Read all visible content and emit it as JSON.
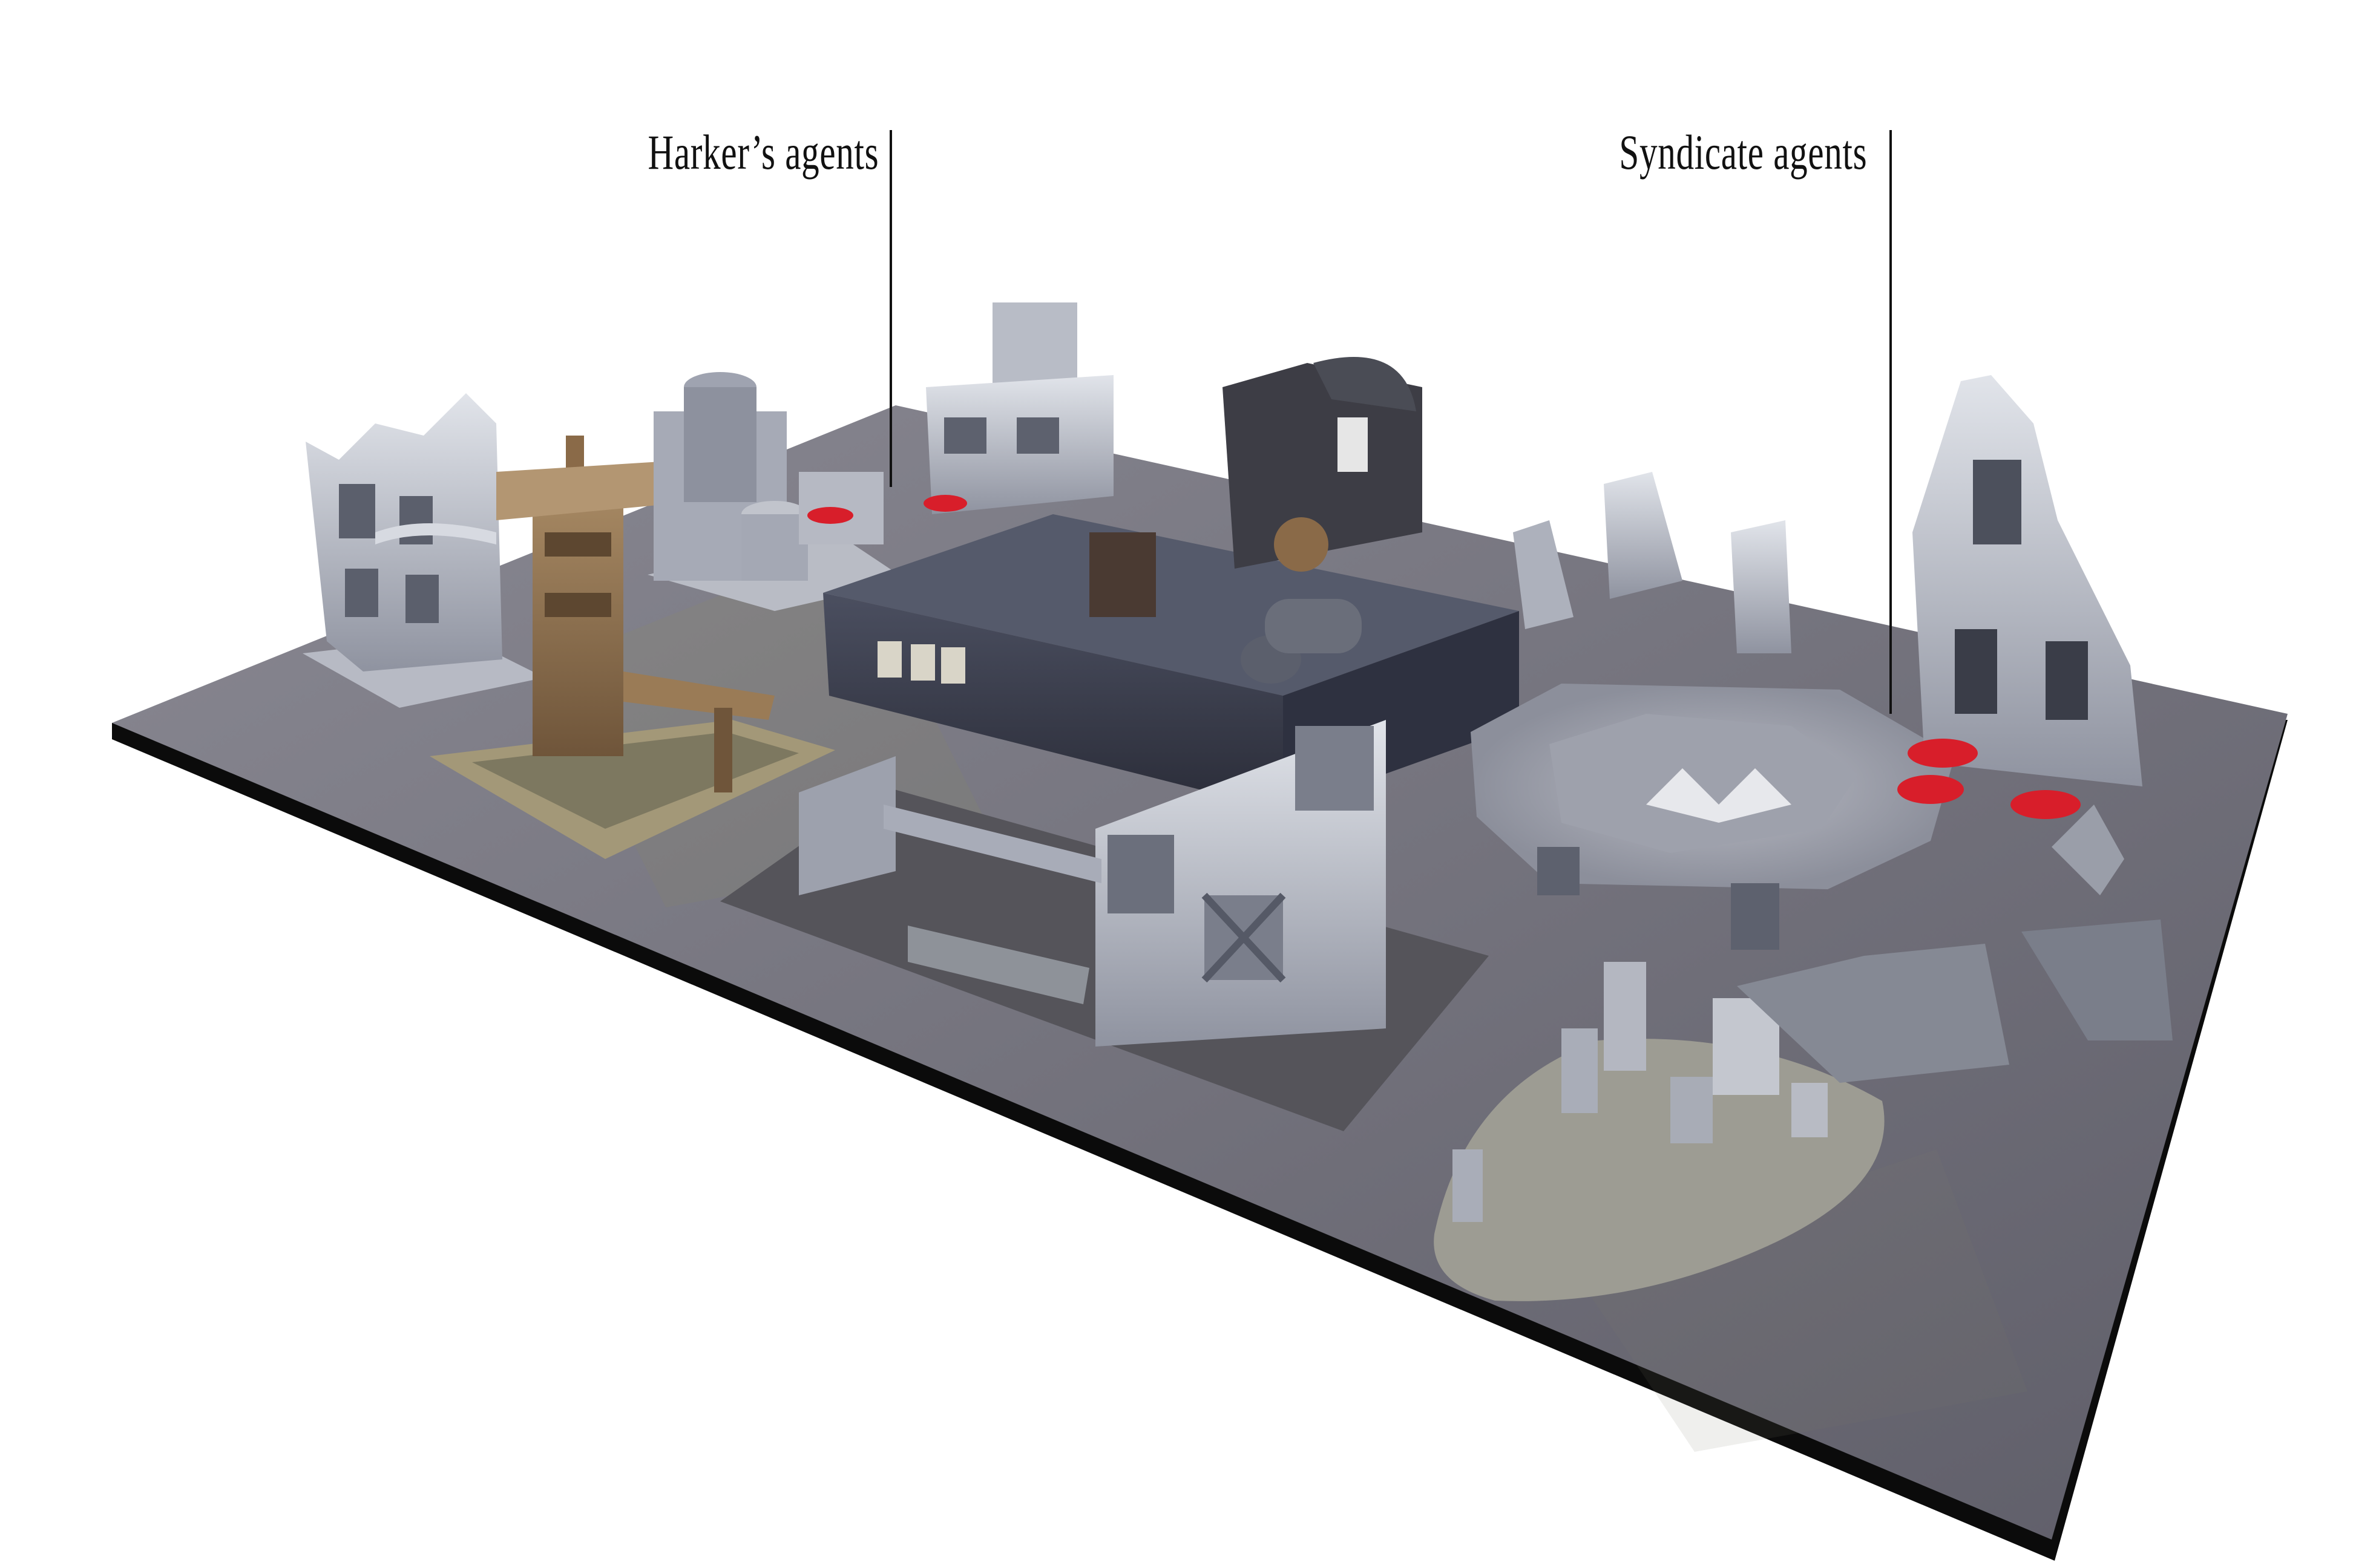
{
  "callouts": {
    "harker": {
      "label": "Harker’s agents"
    },
    "syndicate": {
      "label": "Syndicate agents"
    }
  },
  "colors": {
    "background": "#ffffff",
    "board_surface": "#6f6e78",
    "board_edge": "#0b0b0b",
    "ruins_light": "#c9ccd4",
    "ruins_dark": "#3f4250",
    "rust": "#8a6a48",
    "bunker": "#3a3d4c",
    "deployment_marker": "#d81e2a",
    "callout_line": "#111111"
  },
  "scene_elements": [
    "gaming-board",
    "ruined-tower-left",
    "gantry-tower",
    "storage-tank-complex",
    "scaffold-building",
    "central-bunker",
    "ruined-manufactorum",
    "hexagonal-landing-pad",
    "broken-walls-right",
    "ruined-chapel",
    "rubble-field",
    "crashed-wreckage"
  ]
}
